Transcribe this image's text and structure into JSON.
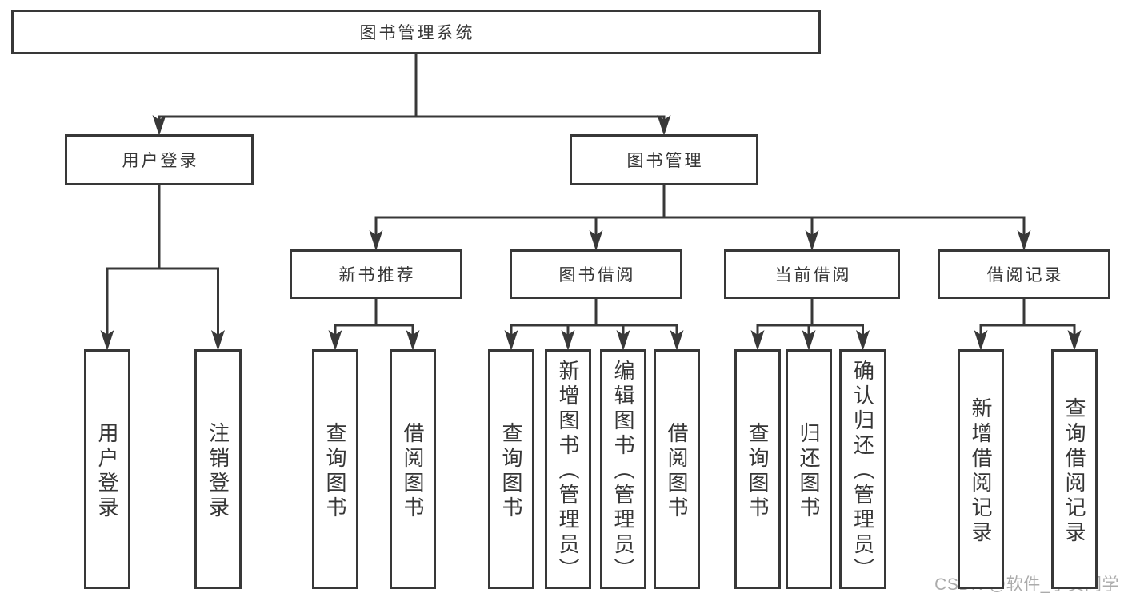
{
  "diagram": {
    "title": "图书管理系统",
    "nodes": [
      {
        "id": "root",
        "label": "图书管理系统"
      },
      {
        "id": "user-login",
        "label": "用户登录"
      },
      {
        "id": "book-management",
        "label": "图书管理"
      },
      {
        "id": "leaf-user-login",
        "label": "用户登录"
      },
      {
        "id": "leaf-logout",
        "label": "注销登录"
      },
      {
        "id": "new-book-recommend",
        "label": "新书推荐"
      },
      {
        "id": "book-borrowing",
        "label": "图书借阅"
      },
      {
        "id": "current-borrowing",
        "label": "当前借阅"
      },
      {
        "id": "borrowing-records",
        "label": "借阅记录"
      },
      {
        "id": "nbr-query-books",
        "label": "查询图书"
      },
      {
        "id": "nbr-borrow-books",
        "label": "借阅图书"
      },
      {
        "id": "bb-query-books",
        "label": "查询图书"
      },
      {
        "id": "bb-add-books",
        "label": "新增图书（管理员）"
      },
      {
        "id": "bb-edit-books",
        "label": "编辑图书（管理员）"
      },
      {
        "id": "bb-borrow-books",
        "label": "借阅图书"
      },
      {
        "id": "cb-query-books",
        "label": "查询图书"
      },
      {
        "id": "cb-return-books",
        "label": "归还图书"
      },
      {
        "id": "cb-confirm-return",
        "label": "确认归还（管理员）"
      },
      {
        "id": "br-add-record",
        "label": "新增借阅记录"
      },
      {
        "id": "br-query-record",
        "label": "查询借阅记录"
      }
    ],
    "edges": [
      {
        "from": "root",
        "to": [
          "user-login",
          "book-management"
        ]
      },
      {
        "from": "user-login",
        "to": [
          "leaf-user-login",
          "leaf-logout"
        ]
      },
      {
        "from": "book-management",
        "to": [
          "new-book-recommend",
          "book-borrowing",
          "current-borrowing",
          "borrowing-records"
        ]
      },
      {
        "from": "new-book-recommend",
        "to": [
          "nbr-query-books",
          "nbr-borrow-books"
        ]
      },
      {
        "from": "book-borrowing",
        "to": [
          "bb-query-books",
          "bb-add-books",
          "bb-edit-books",
          "bb-borrow-books"
        ]
      },
      {
        "from": "current-borrowing",
        "to": [
          "cb-query-books",
          "cb-return-books",
          "cb-confirm-return"
        ]
      },
      {
        "from": "borrowing-records",
        "to": [
          "br-add-record",
          "br-query-record"
        ]
      }
    ]
  },
  "watermark": {
    "text": "CSDN @软件_小贺同学"
  },
  "colors": {
    "line": "#383838",
    "text": "#363636",
    "background": "#ffffff",
    "watermark": "#ababab"
  }
}
